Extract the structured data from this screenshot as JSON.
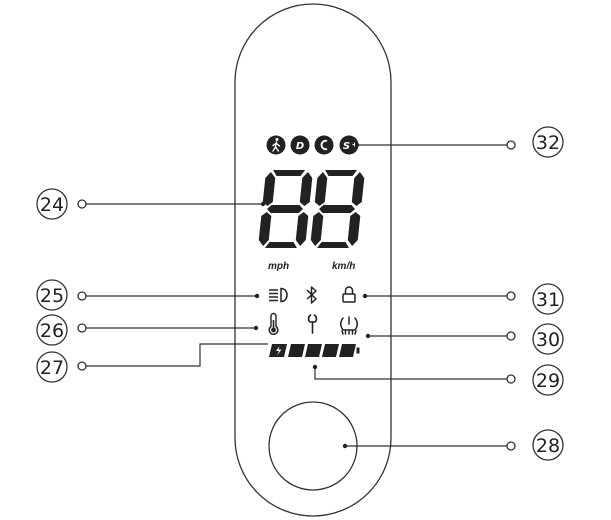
{
  "modes": [
    "D",
    "S"
  ],
  "speed_units": {
    "left": "mph",
    "right": "km/h"
  },
  "callouts": [
    "24",
    "25",
    "26",
    "27",
    "28",
    "29",
    "30",
    "31",
    "32"
  ],
  "icons": {
    "walk_mode": "walking-person-icon",
    "headlight": "headlight-icon",
    "bluetooth": "bluetooth-icon",
    "lock": "lock-icon",
    "temperature": "thermometer-icon",
    "service": "wrench-icon",
    "tire_pressure": "tire-pressure-icon",
    "charging": "charging-bolt-icon",
    "cruise": "cruise-mode-icon"
  },
  "battery_segments": 5
}
